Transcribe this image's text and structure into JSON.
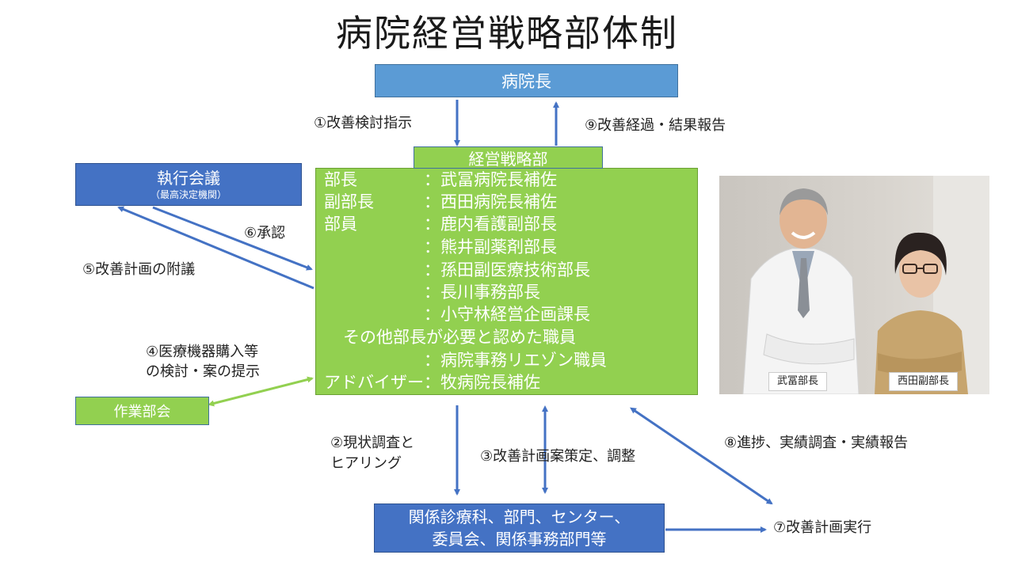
{
  "title": "病院経営戦略部体制",
  "boxes": {
    "director": "病院長",
    "strategy_dept": "経営戦略部",
    "executive": {
      "main": "執行会議",
      "sub": "（最高決定機関）"
    },
    "working_group": "作業部会",
    "departments": {
      "line1": "関係診療科、部門、センター、",
      "line2": "委員会、関係事務部門等"
    }
  },
  "members": [
    {
      "role": "部長",
      "name": "：武冨病院長補佐"
    },
    {
      "role": "副部長",
      "name": "：西田病院長補佐"
    },
    {
      "role": "部員",
      "name": "：鹿内看護副部長"
    },
    {
      "role": "",
      "name": "：熊井副薬剤部長"
    },
    {
      "role": "",
      "name": "：孫田副医療技術部長"
    },
    {
      "role": "",
      "name": "：長川事務部長"
    },
    {
      "role": "",
      "name": "：小守林経営企画課長"
    }
  ],
  "other_members": "その他部長が必要と認めた職員",
  "other_members_name": "：病院事務リエゾン職員",
  "advisor": "アドバイザー：牧病院長補佐",
  "steps": {
    "s1": "①改善検討指示",
    "s2": [
      "②現状調査と",
      "ヒアリング"
    ],
    "s3": "③改善計画案策定、調整",
    "s4": [
      "④医療機器購入等",
      "の検討・案の提示"
    ],
    "s5": "⑤改善計画の附議",
    "s6": "⑥承認",
    "s7": "⑦改善計画実行",
    "s8": "⑧進捗、実績調査・実績報告",
    "s9": "⑨改善経過・結果報告"
  },
  "photo_captions": {
    "left": "武冨部長",
    "right": "西田副部長"
  },
  "colors": {
    "arrow_blue": "#4472c4",
    "arrow_green": "#92d050",
    "box_light_blue": "#5b9bd5",
    "box_dark_blue": "#4472c4",
    "box_green": "#92d050"
  }
}
